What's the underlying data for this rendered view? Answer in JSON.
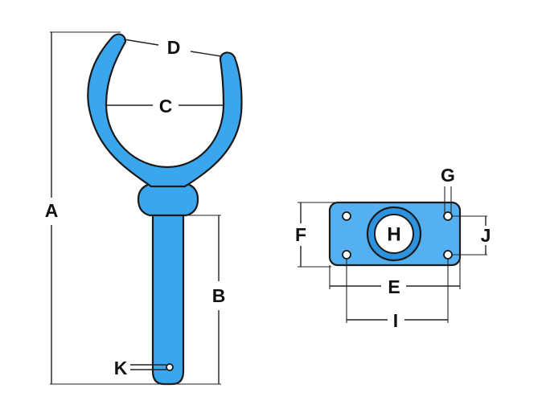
{
  "colors": {
    "part_fill": "#3aa6ee",
    "part_outline": "#1a1a1a",
    "plate_fill": "#55b0f2",
    "boss_fill": "#2e93de",
    "hole_fill": "#ffffff",
    "dimension_line": "#222222",
    "label_text": "#111111"
  },
  "labels": {
    "a": "A",
    "b": "B",
    "c": "C",
    "d": "D",
    "e": "E",
    "f": "F",
    "g": "G",
    "h": "H",
    "i": "I",
    "j": "J",
    "k": "K"
  }
}
